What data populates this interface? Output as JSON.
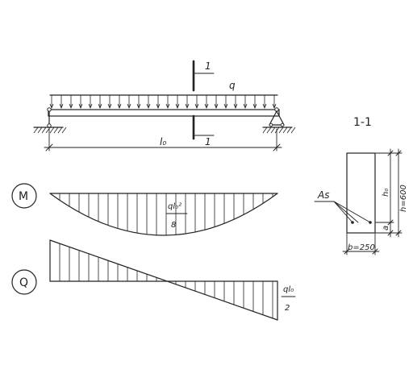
{
  "beam": {
    "load_label": "q",
    "span_label": "l₀",
    "section_mark_top": "1",
    "section_mark_bottom": "1"
  },
  "moment_diagram": {
    "badge": "M",
    "value_numerator": "ql₀²",
    "value_denominator": "8"
  },
  "shear_diagram": {
    "badge": "Q",
    "value_numerator": "ql₀",
    "value_denominator": "2"
  },
  "section": {
    "title": "1-1",
    "steel_label": "As",
    "width_label": "b=250",
    "height_label": "h=600",
    "effective_depth_label": "h₀",
    "cover_label": "a"
  },
  "colors": {
    "ink": "#222222",
    "background": "#ffffff"
  }
}
